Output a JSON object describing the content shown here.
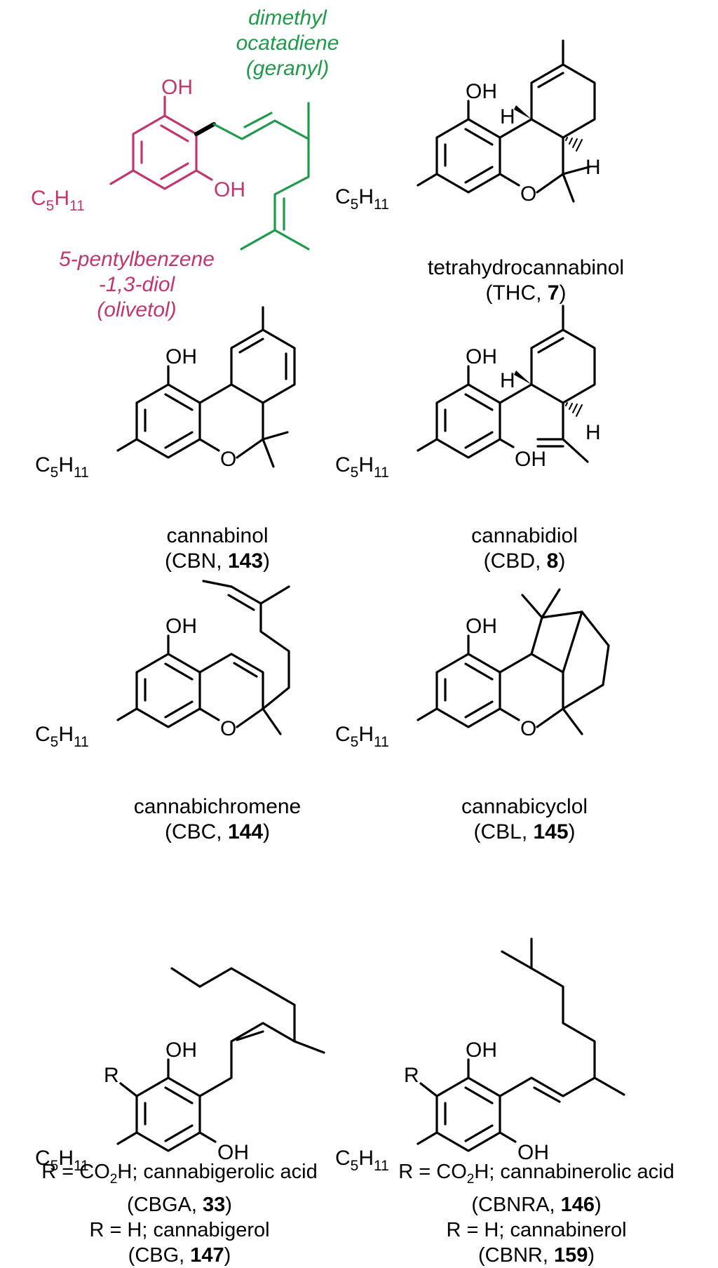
{
  "colors": {
    "olivetol": "#c2366f",
    "geranyl": "#1f9a4a",
    "ink": "#000000"
  },
  "labels": {
    "oh": "OH",
    "o": "O",
    "h": "H",
    "r": "R",
    "c5": "C",
    "c5_sub5": "5",
    "c5_h": "H",
    "c5_sub11": "11"
  },
  "top_left": {
    "geranyl_caption": [
      "dimethyl",
      "ocatadiene",
      "(geranyl)"
    ],
    "olivetol_caption": [
      "5-pentylbenzene",
      "-1,3-diol",
      "(olivetol)"
    ]
  },
  "compounds": {
    "thc": {
      "name": "tetrahydrocannabinol",
      "abbr": "THC",
      "num": "7"
    },
    "cbn": {
      "name": "cannabinol",
      "abbr": "CBN",
      "num": "143"
    },
    "cbd": {
      "name": "cannabidiol",
      "abbr": "CBD",
      "num": "8"
    },
    "cbc": {
      "name": "cannabichromene",
      "abbr": "CBC",
      "num": "144"
    },
    "cbl": {
      "name": "cannabicyclol",
      "abbr": "CBL",
      "num": "145"
    },
    "cbg": {
      "acid_prefix": "R = CO",
      "acid_sub": "2",
      "acid_name": "H; cannabigerolic acid",
      "acid_abbr": "CBGA",
      "acid_num": "33",
      "h_line": "R = H; cannabigerol",
      "h_abbr": "CBG",
      "h_num": "147"
    },
    "cbnr": {
      "acid_prefix": "R = CO",
      "acid_sub": "2",
      "acid_name": "H; cannabinerolic acid",
      "acid_abbr": "CBNRA",
      "acid_num": "146",
      "h_line": "R = H; cannabinerol",
      "h_abbr": "CBNR",
      "h_num": "159"
    }
  }
}
